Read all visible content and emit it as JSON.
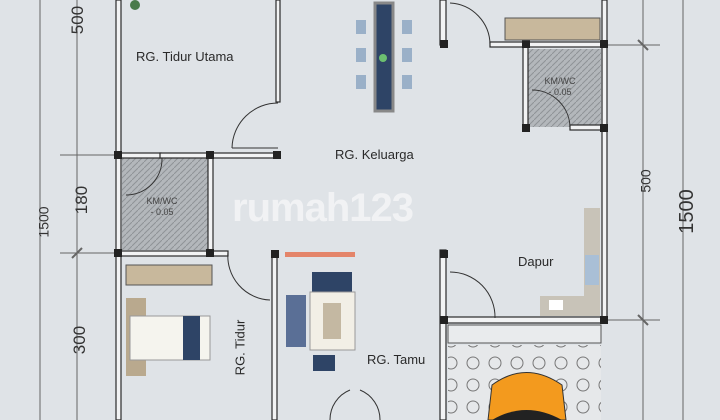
{
  "rooms": {
    "master_bedroom": "RG. Tidur Utama",
    "family_room": "RG. Keluarga",
    "bathroom_left": {
      "name": "KM/WC",
      "level": "- 0.05"
    },
    "bathroom_right": {
      "name": "KM/WC",
      "level": "- 0.05"
    },
    "bedroom": "RG. Tidur",
    "living_room": "RG. Tamu",
    "kitchen": "Dapur"
  },
  "dimensions": {
    "left_total": "1500",
    "left_top": "500",
    "left_mid": "180",
    "left_bottom": "300",
    "right_mid": "500",
    "right_total": "1500"
  },
  "watermark": "rumah123",
  "colors": {
    "background": "#dfe3e7",
    "wall": "#2b2b2b",
    "car": "#f39a1e",
    "tile": "#a9adb1"
  }
}
